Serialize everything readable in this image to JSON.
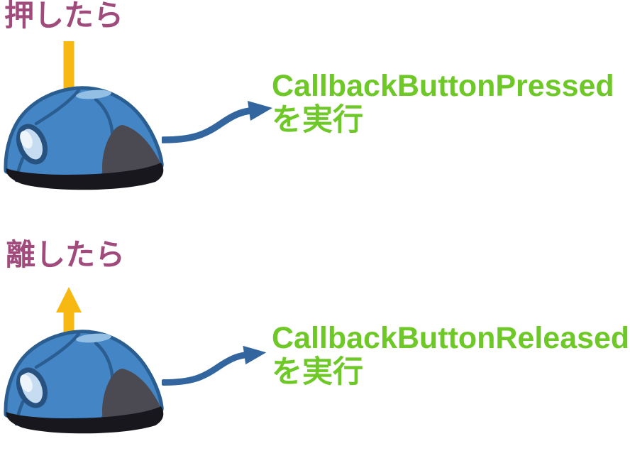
{
  "background": "#FFFFFF",
  "colors": {
    "background": "#FFFFFF",
    "label-purple": "#A14B7C",
    "callback-green": "#6EC827",
    "action-yellow": "#F7B911",
    "flow-blue": "#33669F",
    "mouse-body-blue": "#4485C5",
    "mouse-outline-navy": "#2A5E91",
    "mouse-grip-gray": "#4B4A52",
    "mouse-base-black": "#17171D",
    "mouse-wheel-light": "#C5DCF1",
    "mouse-wheel-ring": "#27517E",
    "mouse-sheen-blue": "#93BFE5"
  },
  "sections": [
    {
      "trigger_label": "押したら",
      "action_direction": "down",
      "callback_name": "CallbackButtonPressed",
      "callback_action": "を実行"
    },
    {
      "trigger_label": "離したら",
      "action_direction": "up",
      "callback_name": "CallbackButtonReleased",
      "callback_action": "を実行"
    }
  ]
}
